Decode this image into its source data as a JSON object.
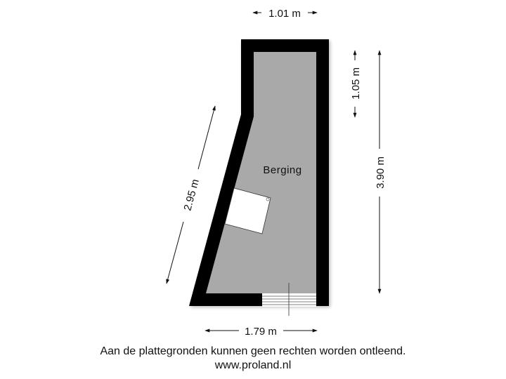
{
  "room": {
    "name": "Berging"
  },
  "dimensions": {
    "top_width": "1.01 m",
    "right_upper": "1.05 m",
    "right_total": "3.90 m",
    "diagonal_left": "2.95 m",
    "bottom_width": "1.79 m"
  },
  "colors": {
    "wall": "#000000",
    "floor": "#a9a9a9",
    "background": "#ffffff",
    "object": "#ffffff"
  },
  "footer": {
    "disclaimer": "Aan de plattegronden kunnen geen rechten worden ontleend.",
    "website": "www.proland.nl"
  }
}
